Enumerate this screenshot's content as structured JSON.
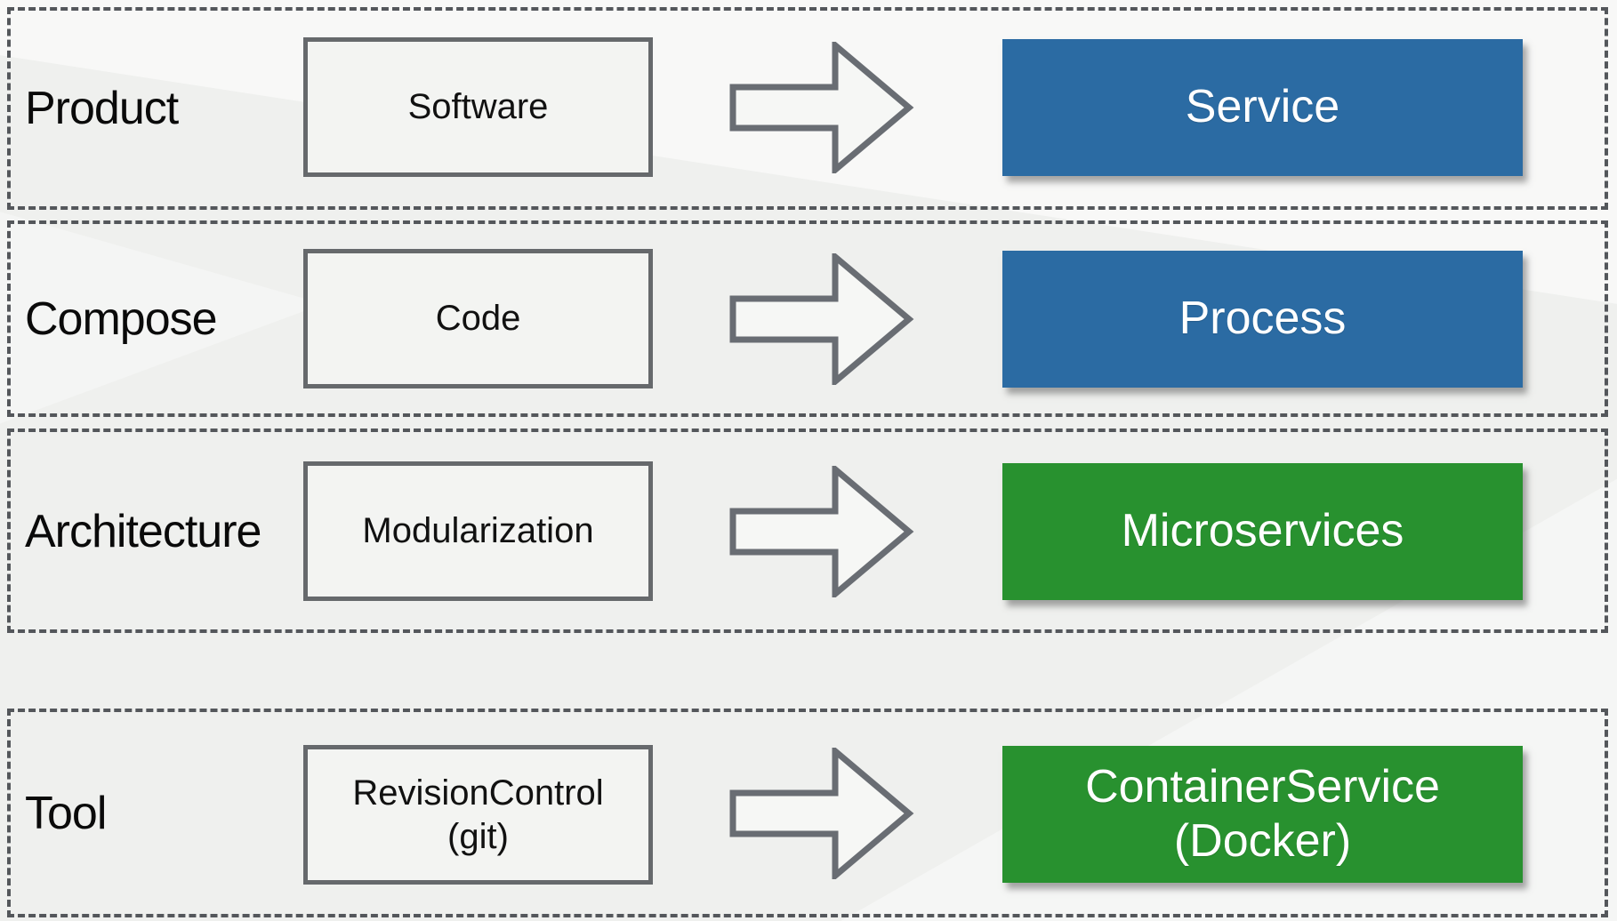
{
  "rows": [
    {
      "category": "Product",
      "source_lines": [
        "Software"
      ],
      "target_lines": [
        "Service"
      ],
      "target_color": "#2b6ba3"
    },
    {
      "category": "Compose",
      "source_lines": [
        "Code"
      ],
      "target_lines": [
        "Process"
      ],
      "target_color": "#2b6ba3"
    },
    {
      "category": "Architecture",
      "source_lines": [
        "Modularization"
      ],
      "target_lines": [
        "Microservices"
      ],
      "target_color": "#28912f"
    },
    {
      "category": "Tool",
      "source_lines": [
        "RevisionControl",
        "(git)"
      ],
      "target_lines": [
        "ContainerService",
        "(Docker)"
      ],
      "target_color": "#28912f"
    }
  ],
  "colors": {
    "background": "#eff0ee",
    "dashed_border": "#54575b",
    "source_box_border": "#66696c",
    "source_box_fill": "#f3f4f2",
    "arrow_stroke": "#696d73",
    "arrow_fill": "#f6f7f5",
    "blue": "#2b6ba3",
    "green": "#28912f",
    "target_text": "#ffffff",
    "label_text": "#0a0a0a"
  },
  "icons": {
    "arrow": "right-block-arrow-icon"
  }
}
